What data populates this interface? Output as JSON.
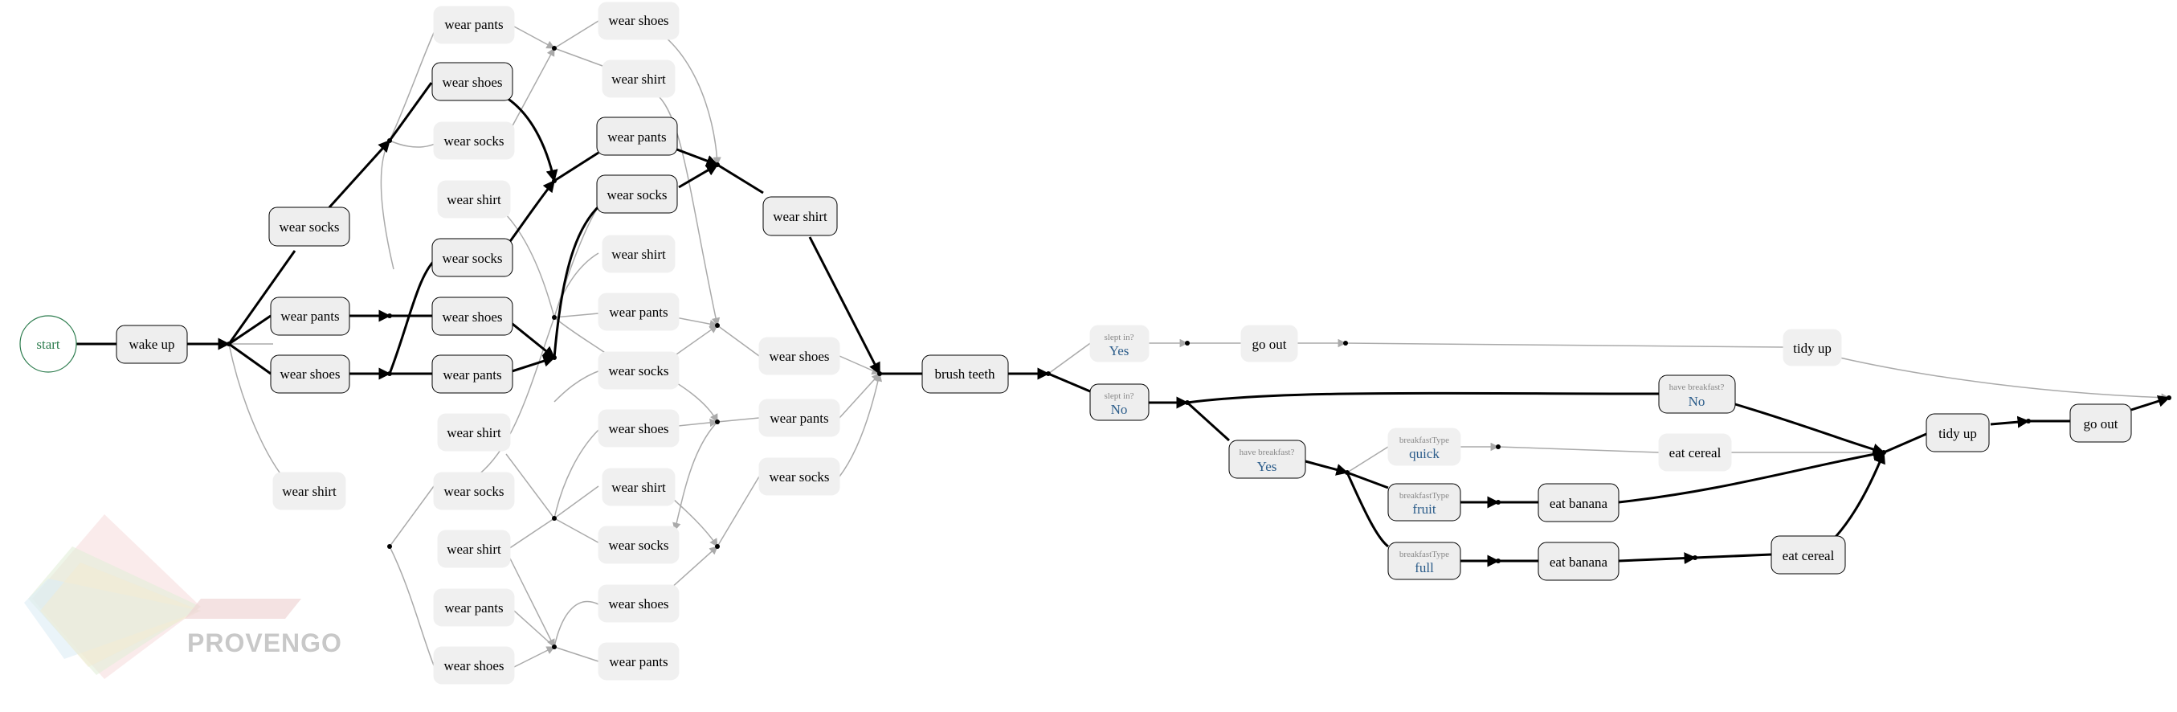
{
  "colors": {
    "highlight_stroke": "#000000",
    "dim_stroke": "#aaaaaa",
    "node_fill": "#eeeeee",
    "node_fill_dim": "#f0f0f0",
    "start_stroke": "#2e7d4f",
    "condition_value": "#2b5c8a"
  },
  "logo": {
    "text": "PROVENGO"
  },
  "nodes": {
    "start": "start",
    "wake_up": "wake up",
    "L2": {
      "wear_socks": "wear socks",
      "wear_pants": "wear pants",
      "wear_shoes": "wear shoes",
      "wear_shirt": "wear shirt"
    },
    "L3": [
      "wear pants",
      "wear shoes",
      "wear socks",
      "wear shirt",
      "wear socks",
      "wear shoes",
      "wear pants",
      "wear shirt",
      "wear socks",
      "wear shirt",
      "wear pants",
      "wear shoes"
    ],
    "L4": [
      "wear shoes",
      "wear shirt",
      "wear pants",
      "wear socks",
      "wear shirt",
      "wear pants",
      "wear socks",
      "wear shoes",
      "wear shirt",
      "wear socks",
      "wear shoes",
      "wear pants"
    ],
    "L5": {
      "wear_shirt": "wear shirt",
      "wear_shoes": "wear shoes",
      "wear_pants": "wear pants",
      "wear_socks": "wear socks"
    },
    "brush_teeth": "brush teeth",
    "slept_in": {
      "question": "slept in?",
      "yes": "Yes",
      "no": "No"
    },
    "go_out_1": "go out",
    "tidy_up_1": "tidy up",
    "have_breakfast": {
      "question": "have breakfast?",
      "yes": "Yes",
      "no": "No"
    },
    "breakfast_type": {
      "question": "breakfastType",
      "quick": "quick",
      "fruit": "fruit",
      "full": "full"
    },
    "eat_cereal_1": "eat cereal",
    "eat_banana_1": "eat banana",
    "eat_banana_2": "eat banana",
    "eat_cereal_2": "eat cereal",
    "tidy_up_2": "tidy up",
    "go_out_2": "go out"
  }
}
